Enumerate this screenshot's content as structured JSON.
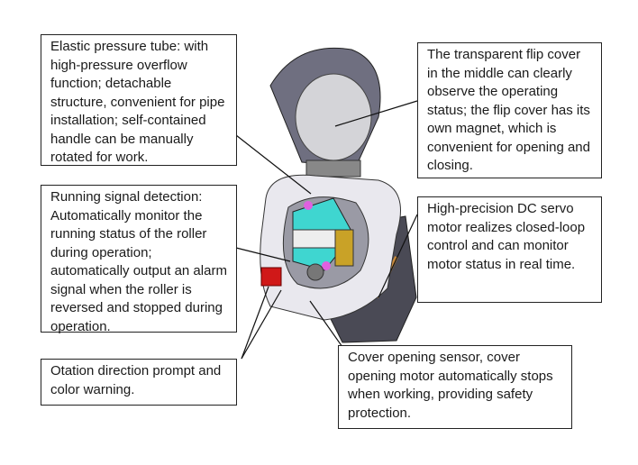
{
  "callouts": {
    "pressure_tube": "Elastic pressure tube: with high-pressure overflow function; detachable structure, convenient for pipe installation; self-contained handle can be manually rotated for work.",
    "flip_cover": "The transparent flip cover in the middle can clearly observe the operating status; the flip cover has its own magnet, which is convenient for opening and closing.",
    "signal_detection": "Running signal detection: Automatically monitor the running status of the roller during operation; automatically output an alarm signal when the roller is reversed and stopped during operation.",
    "servo_motor": "High-precision DC servo motor realizes closed-loop control and can monitor motor status in real time.",
    "rotation_prompt": "Otation direction prompt and color warning.",
    "cover_sensor": "Cover opening sensor, cover opening motor automatically stops when working, providing safety protection."
  },
  "colors": {
    "rotor": "#3fd6d0",
    "clamp": "#c9a227",
    "warning": "#d01818",
    "pin": "#e060e0",
    "body": "#e9e8ee"
  }
}
